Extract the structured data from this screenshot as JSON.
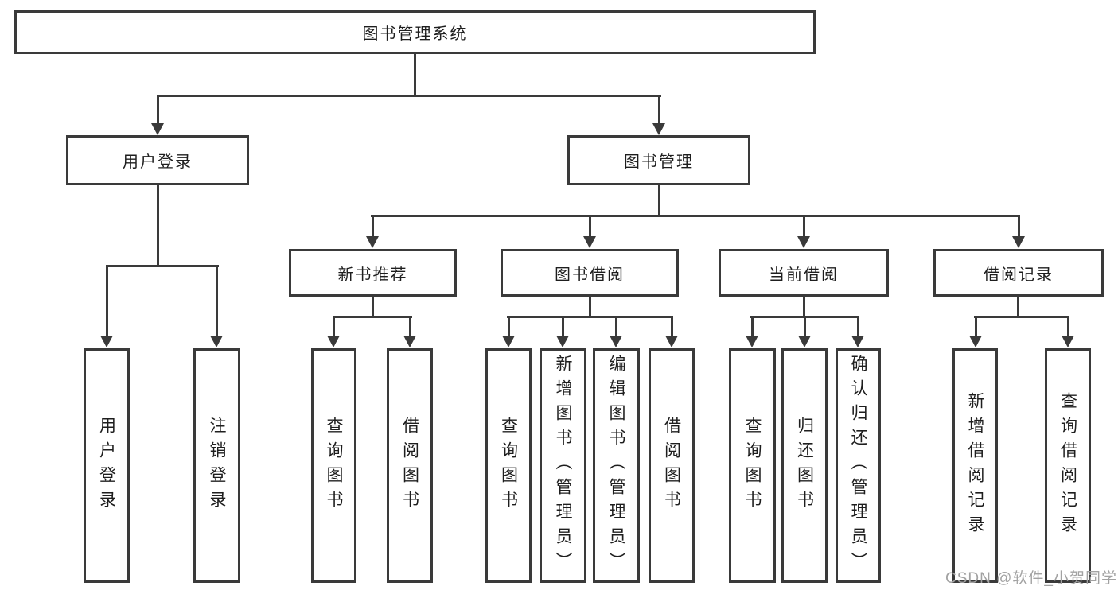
{
  "colors": {
    "line": "#3a3a3a",
    "box_border": "#3a3a3a",
    "text": "#1e1e1e",
    "watermark": "#a2a2a2",
    "background": "#ffffff"
  },
  "diagram": {
    "root": {
      "label": "图书管理系统"
    },
    "branches": {
      "user_login": {
        "label": "用户登录",
        "children": {
          "login": {
            "label": "用户登录"
          },
          "logout": {
            "label": "注销登录"
          }
        }
      },
      "book_mgmt": {
        "label": "图书管理",
        "children": {
          "new_books": {
            "label": "新书推荐",
            "children": {
              "query": {
                "label": "查询图书"
              },
              "borrow": {
                "label": "借阅图书"
              }
            }
          },
          "book_borrow": {
            "label": "图书借阅",
            "children": {
              "query": {
                "label": "查询图书"
              },
              "add": {
                "label": "新增图书（管理员）"
              },
              "edit": {
                "label": "编辑图书（管理员）"
              },
              "borrow": {
                "label": "借阅图书"
              }
            }
          },
          "current_borrow": {
            "label": "当前借阅",
            "children": {
              "query": {
                "label": "查询图书"
              },
              "return_book": {
                "label": "归还图书"
              },
              "confirm": {
                "label": "确认归还（管理员）"
              }
            }
          },
          "borrow_records": {
            "label": "借阅记录",
            "children": {
              "add": {
                "label": "新增借阅记录"
              },
              "query": {
                "label": "查询借阅记录"
              }
            }
          }
        }
      }
    }
  },
  "watermark": {
    "text": "CSDN @软件_小贺同学"
  }
}
